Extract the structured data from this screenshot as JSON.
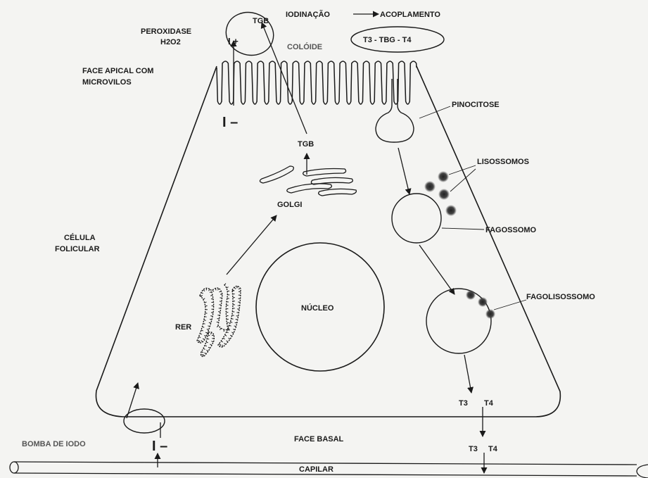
{
  "labels": {
    "peroxidase": "PEROXIDASE",
    "h2o2": "H2O2",
    "tgb_top": "TGB",
    "i_plus": "I +",
    "iodination": "IODINAÇÃO",
    "coupling": "ACOPLAMENTO",
    "t3_tbg_t4": "T3 - TBG - T4",
    "colloid": "COLÓIDE",
    "apical_line1": "FACE APICAL COM",
    "apical_line2": "MICROVILOS",
    "i_minus_top": "I –",
    "pinocytosis": "PINOCITOSE",
    "tgb_mid": "TGB",
    "lysosomes": "LISOSSOMOS",
    "golgi": "GOLGI",
    "phagosome": "FAGOSSOMO",
    "cell_line1": "CÉLULA",
    "cell_line2": "FOLICULAR",
    "nucleus": "NÚCLEO",
    "rer": "RER",
    "phagolysosome": "FAGOLISOSSOMO",
    "t3_inner": "T3",
    "t4_inner": "T4",
    "iodine_pump": "BOMBA DE IODO",
    "i_minus_bottom": "I –",
    "basal_face": "FACE BASAL",
    "t3_outer": "T3",
    "t4_outer": "T4",
    "capillary": "CAPILAR"
  },
  "colors": {
    "ink": "#1a1a1a",
    "paper": "#f4f4f2",
    "granule": "#444444"
  }
}
